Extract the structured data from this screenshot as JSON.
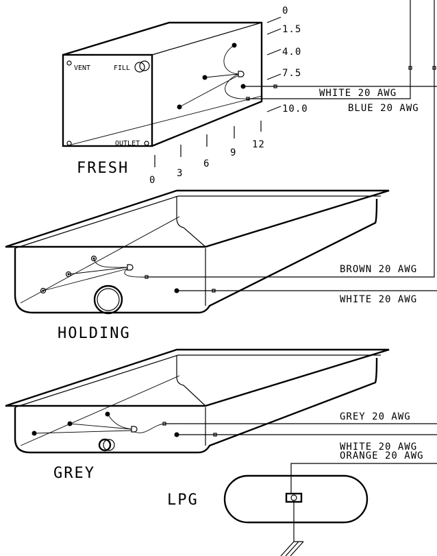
{
  "fresh": {
    "title": "FRESH",
    "vent_label": "VENT",
    "fill_label": "FILL",
    "outlet_label": "OUTLET",
    "scale_right": [
      "0",
      "1.5",
      "4.0",
      "7.5",
      "10.0"
    ],
    "scale_bottom": [
      "0",
      "3",
      "6",
      "9",
      "12"
    ]
  },
  "holding": {
    "title": "HOLDING"
  },
  "grey": {
    "title": "GREY"
  },
  "lpg": {
    "title": "LPG"
  },
  "wires": {
    "fresh_white": "WHITE 20 AWG",
    "fresh_blue": "BLUE 20 AWG",
    "holding_brown": "BROWN 20 AWG",
    "holding_white": "WHITE 20 AWG",
    "grey_grey": "GREY 20 AWG",
    "grey_white": "WHITE 20 AWG",
    "lpg_orange": "ORANGE 20 AWG"
  }
}
